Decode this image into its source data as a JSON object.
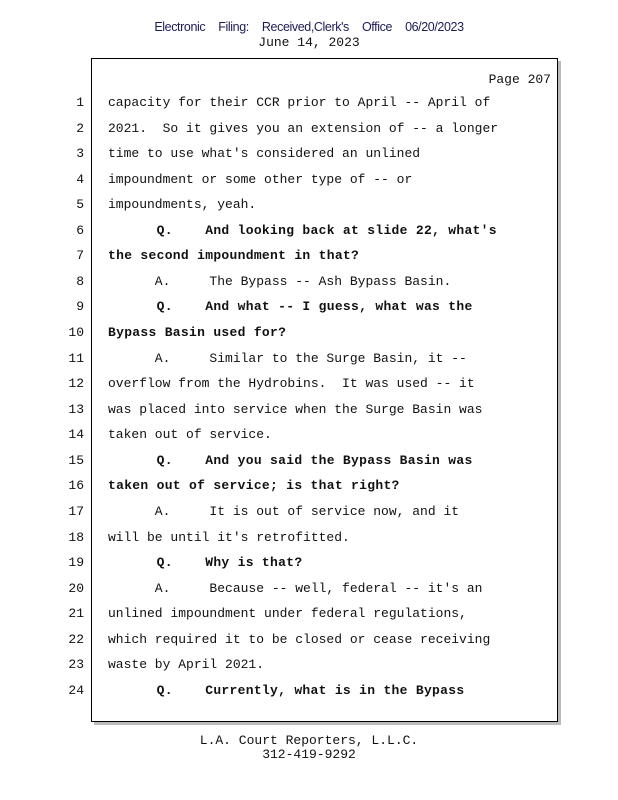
{
  "header": {
    "filing_stamp": "Electronic   Filing:  Received,Clerk's    Office  06/20/2023",
    "date": "June 14, 2023"
  },
  "page_label": "Page 207",
  "lines": [
    {
      "n": "1",
      "t": "capacity for their CCR prior to April -- April of",
      "b": false
    },
    {
      "n": "2",
      "t": "2021.  So it gives you an extension of -- a longer",
      "b": false
    },
    {
      "n": "3",
      "t": "time to use what's considered an unlined",
      "b": false
    },
    {
      "n": "4",
      "t": "impoundment or some other type of -- or",
      "b": false
    },
    {
      "n": "5",
      "t": "impoundments, yeah.",
      "b": false
    },
    {
      "n": "6",
      "t": "      Q.    And looking back at slide 22, what's",
      "b": true
    },
    {
      "n": "7",
      "t": "the second impoundment in that?",
      "b": true
    },
    {
      "n": "8",
      "t": "      A.     The Bypass -- Ash Bypass Basin.",
      "b": false
    },
    {
      "n": "9",
      "t": "      Q.    And what -- I guess, what was the",
      "b": true
    },
    {
      "n": "10",
      "t": "Bypass Basin used for?",
      "b": true
    },
    {
      "n": "11",
      "t": "      A.     Similar to the Surge Basin, it --",
      "b": false
    },
    {
      "n": "12",
      "t": "overflow from the Hydrobins.  It was used -- it",
      "b": false
    },
    {
      "n": "13",
      "t": "was placed into service when the Surge Basin was",
      "b": false
    },
    {
      "n": "14",
      "t": "taken out of service.",
      "b": false
    },
    {
      "n": "15",
      "t": "      Q.    And you said the Bypass Basin was",
      "b": true
    },
    {
      "n": "16",
      "t": "taken out of service; is that right?",
      "b": true
    },
    {
      "n": "17",
      "t": "      A.     It is out of service now, and it",
      "b": false
    },
    {
      "n": "18",
      "t": "will be until it's retrofitted.",
      "b": false
    },
    {
      "n": "19",
      "t": "      Q.    Why is that?",
      "b": true
    },
    {
      "n": "20",
      "t": "      A.     Because -- well, federal -- it's an",
      "b": false
    },
    {
      "n": "21",
      "t": "unlined impoundment under federal regulations,",
      "b": false
    },
    {
      "n": "22",
      "t": "which required it to be closed or cease receiving",
      "b": false
    },
    {
      "n": "23",
      "t": "waste by April 2021.",
      "b": false
    },
    {
      "n": "24",
      "t": "      Q.    Currently, what is in the Bypass",
      "b": true
    }
  ],
  "footer": {
    "company": "L.A. Court Reporters, L.L.C.",
    "phone": "312-419-9292"
  }
}
